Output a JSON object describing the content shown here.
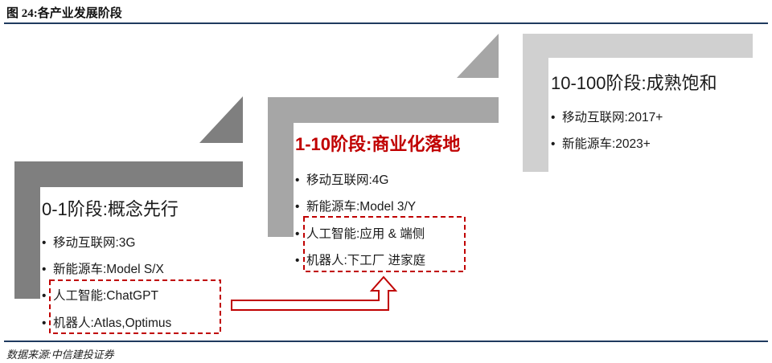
{
  "figure_title": "图 24:各产业发展阶段",
  "source": "数据来源:中信建投证券",
  "stages": [
    {
      "title": "0-1阶段:概念先行",
      "items": [
        "移动互联网:3G",
        "新能源车:Model S/X",
        "人工智能:ChatGPT",
        "机器人:Atlas,Optimus"
      ]
    },
    {
      "title": "1-10阶段:商业化落地",
      "items": [
        "移动互联网:4G",
        "新能源车:Model 3/Y",
        "人工智能:应用 & 端侧",
        "机器人:下工厂 进家庭"
      ]
    },
    {
      "title": "10-100阶段:成熟饱和",
      "items": [
        "移动互联网:2017+",
        "新能源车:2023+"
      ]
    }
  ],
  "colors": {
    "stage1_bar": "#7f7f7f",
    "stage2_bar": "#a6a6a6",
    "stage3_bar": "#d0d0d0",
    "highlight": "#c00000",
    "rule": "#1f3a5f"
  }
}
